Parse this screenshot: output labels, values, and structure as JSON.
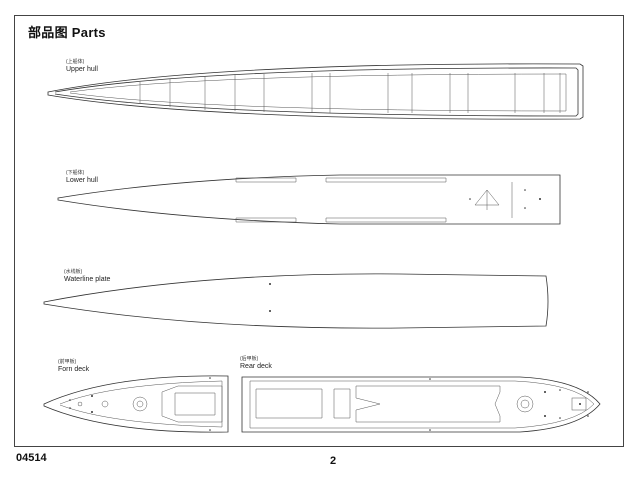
{
  "page": {
    "title": "部品图  Parts",
    "model_code": "04514",
    "page_number": "2"
  },
  "parts": [
    {
      "id": "upper-hull",
      "label_cn": "(上船体)",
      "label_en": "Upper hull"
    },
    {
      "id": "lower-hull",
      "label_cn": "(下船体)",
      "label_en": "Lower hull"
    },
    {
      "id": "waterline-plate",
      "label_cn": "(水线板)",
      "label_en": "Waterline plate"
    },
    {
      "id": "forn-deck",
      "label_cn": "(前甲板)",
      "label_en": "Forn deck"
    },
    {
      "id": "rear-deck",
      "label_cn": "(后甲板)",
      "label_en": "Rear deck"
    }
  ]
}
